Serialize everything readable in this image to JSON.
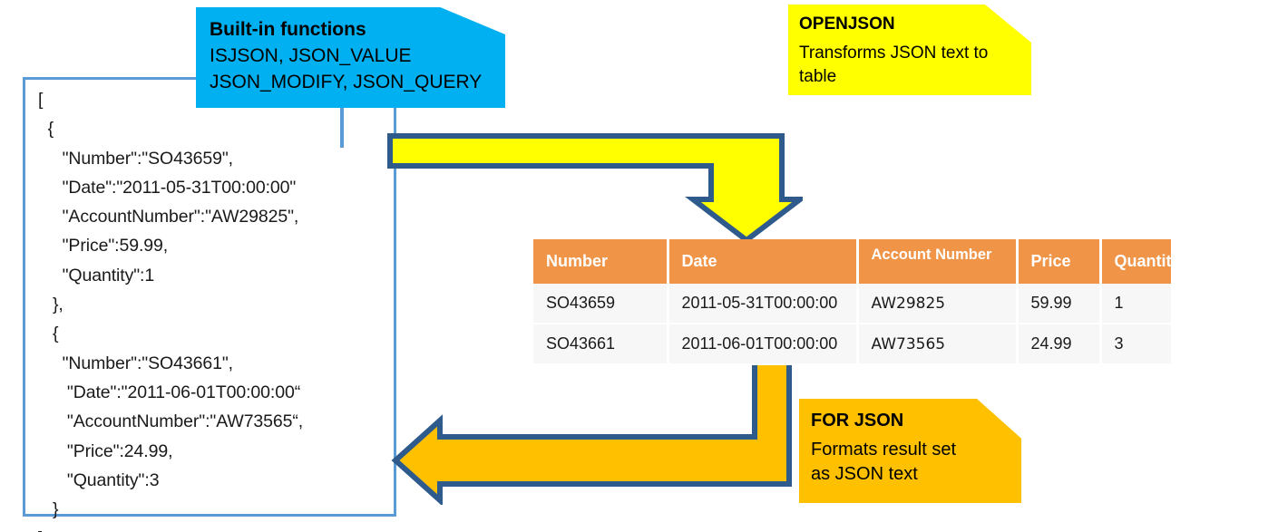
{
  "json_source": {
    "name": "json-document",
    "code": "[\n  {\n     \"Number\":\"SO43659\",\n     \"Date\":\"2011-05-31T00:00:00\"\n     \"AccountNumber\":\"AW29825\",\n     \"Price\":59.99,\n     \"Quantity\":1\n   },\n   {\n     \"Number\":\"SO43661\",\n      \"Date\":\"2011-06-01T00:00:00“\n      \"AccountNumber\":\"AW73565“,\n      \"Price\":24.99,\n      \"Quantity\":3\n   }\n]"
  },
  "callouts": {
    "builtin": {
      "title": "Built-in functions",
      "line1": "ISJSON, JSON_VALUE",
      "line2": "JSON_MODIFY, JSON_QUERY",
      "color": "#00B0F0"
    },
    "openjson": {
      "title": "OPENJSON",
      "line1": "Transforms JSON text to",
      "line2": "table",
      "color": "#FFFF00"
    },
    "forjson": {
      "title": "FOR JSON",
      "line1": "Formats result set",
      "line2": "as JSON text",
      "color": "#FFC000"
    }
  },
  "arrows": {
    "openjson_arrow": {
      "label": "openjson-flow-arrow",
      "direction": "right-then-down",
      "fill": "#FFFF00",
      "stroke": "#2E5A8C"
    },
    "forjson_arrow": {
      "label": "forjson-flow-arrow",
      "direction": "down-then-left",
      "fill": "#FFC000",
      "stroke": "#2E5A8C"
    }
  },
  "result_table": {
    "header_color": "#F09448",
    "columns": [
      "Number",
      "Date",
      "Account Number",
      "Price",
      "Quantity"
    ],
    "rows": [
      [
        "SO43659",
        "2011-05-31T00:00:00",
        "AW29825",
        "59.99",
        "1"
      ],
      [
        "SO43661",
        "2011-06-01T00:00:00",
        "AW73565",
        "24.99",
        "3"
      ]
    ]
  }
}
